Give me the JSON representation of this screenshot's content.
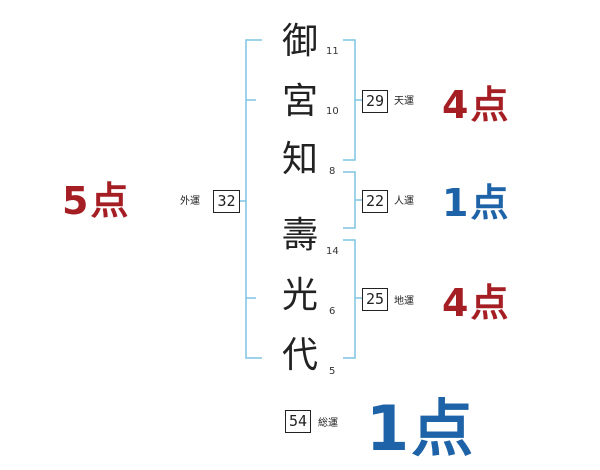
{
  "name_chars": [
    {
      "char": "御",
      "strokes": "11"
    },
    {
      "char": "宮",
      "strokes": "10"
    },
    {
      "char": "知",
      "strokes": "8"
    },
    {
      "char": "壽",
      "strokes": "14"
    },
    {
      "char": "光",
      "strokes": "6"
    },
    {
      "char": "代",
      "strokes": "5"
    }
  ],
  "gaikaku": {
    "value": "32",
    "label": "外運",
    "score": "5点"
  },
  "tenkaku": {
    "value": "29",
    "label": "天運",
    "score": "4点"
  },
  "jinkaku": {
    "value": "22",
    "label": "人運",
    "score": "1点"
  },
  "chikaku": {
    "value": "25",
    "label": "地運",
    "score": "4点"
  },
  "soukaku": {
    "value": "54",
    "label": "総運",
    "score": "1点"
  },
  "colors": {
    "good": "#a51e24",
    "bad": "#1e63a8",
    "bracket": "#7ec4e2"
  }
}
